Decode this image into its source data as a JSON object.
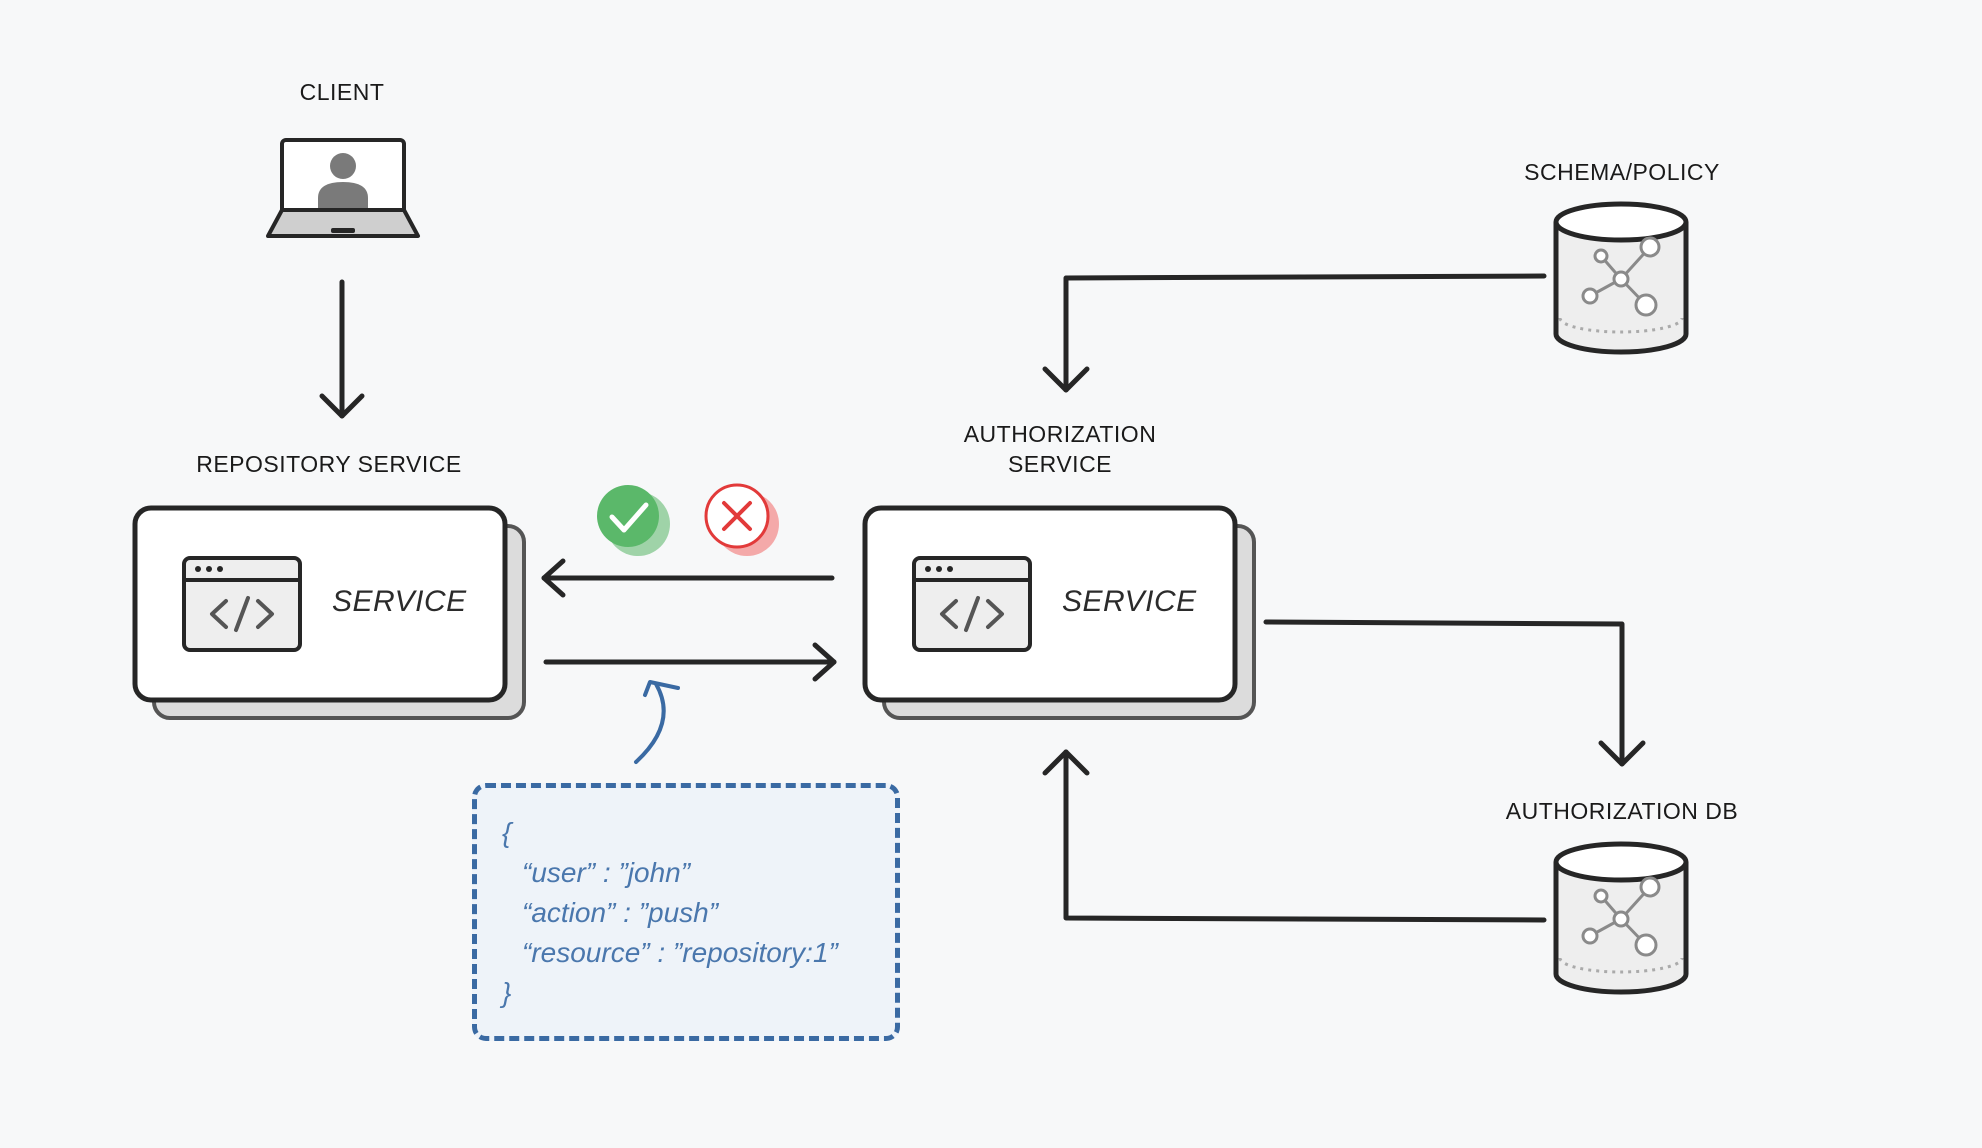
{
  "labels": {
    "client": "CLIENT",
    "repository_service": "REPOSITORY SERVICE",
    "authorization_service_line1": "AUTHORIZATION",
    "authorization_service_line2": "SERVICE",
    "schema_policy": "SCHEMA/POLICY",
    "authorization_db": "AUTHORIZATION DB"
  },
  "services": {
    "repository": {
      "text": "SERVICE"
    },
    "authorization": {
      "text": "SERVICE"
    }
  },
  "payload": {
    "open": "{",
    "lines": [
      "“user” : ”john”",
      "“action” : ”push”",
      "“resource” : ”repository:1”"
    ],
    "close": "}"
  },
  "status_icons": {
    "allow": {
      "icon": "checkmark-icon",
      "color": "#5bb86a",
      "shadow": "#9fd3a8"
    },
    "deny": {
      "icon": "cross-icon",
      "color": "#e23a3a",
      "shadow": "#f4a9a9"
    }
  },
  "colors": {
    "background": "#f7f8f9",
    "stroke": "#262626",
    "payload_border": "#3a6aa3",
    "payload_text": "#4a77ad",
    "icon_gray": "#8a8a8a"
  }
}
